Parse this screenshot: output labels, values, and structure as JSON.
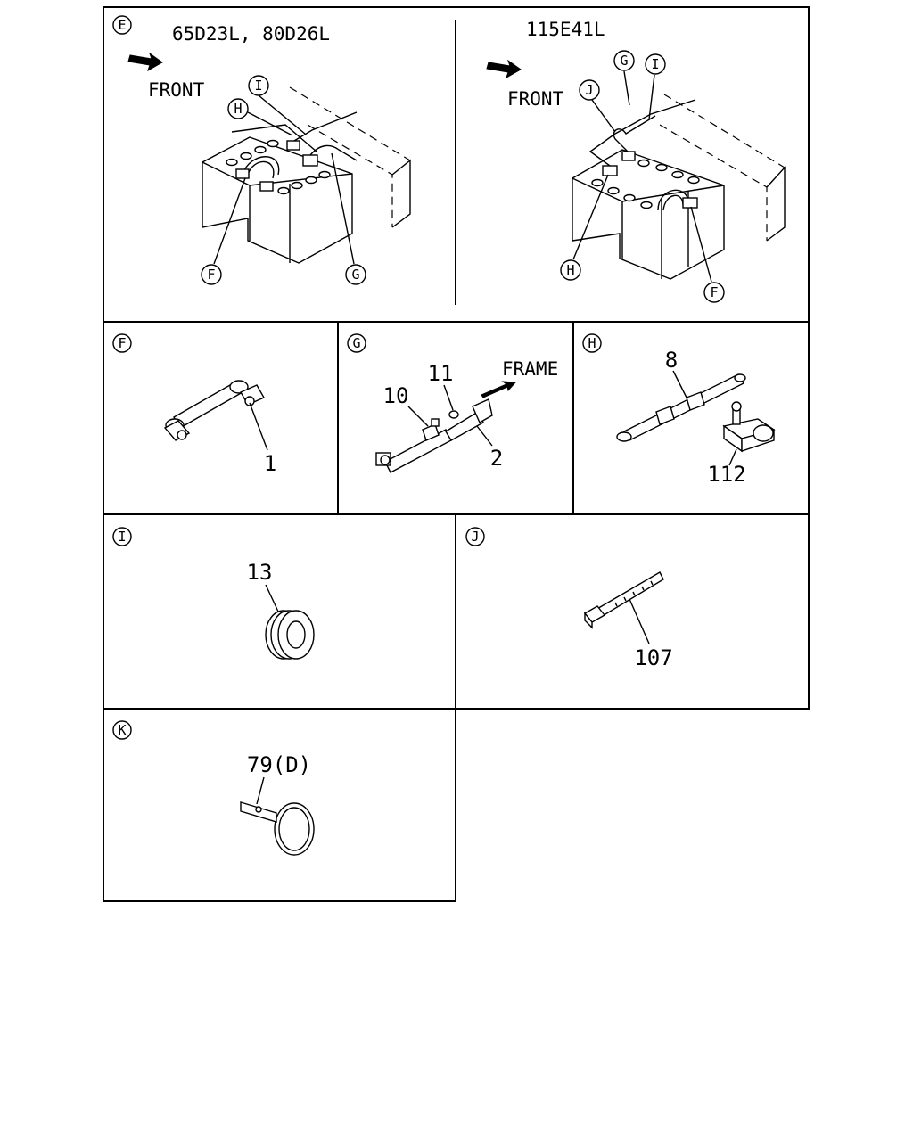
{
  "panels": {
    "E": {
      "letter": "E",
      "left": {
        "model": "65D23L, 80D26L",
        "front": "FRONT",
        "callouts": {
          "I": "I",
          "H": "H",
          "F": "F",
          "G": "G"
        }
      },
      "right": {
        "model": "115E41L",
        "front": "FRONT",
        "callouts": {
          "G": "G",
          "I": "I",
          "J": "J",
          "H": "H",
          "F": "F"
        }
      }
    },
    "F": {
      "letter": "F",
      "parts": [
        "1"
      ]
    },
    "G": {
      "letter": "G",
      "parts": [
        "10",
        "11",
        "2"
      ],
      "frame": "FRAME"
    },
    "H": {
      "letter": "H",
      "parts": [
        "8",
        "112"
      ]
    },
    "I": {
      "letter": "I",
      "parts": [
        "13"
      ]
    },
    "J": {
      "letter": "J",
      "parts": [
        "107"
      ]
    },
    "K": {
      "letter": "K",
      "parts": [
        "79(D)"
      ]
    }
  }
}
